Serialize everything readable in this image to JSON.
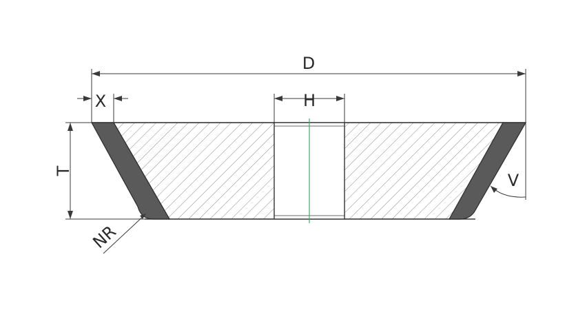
{
  "diagram": {
    "labels": {
      "outer_diameter": "D",
      "hole_diameter": "H",
      "rim_width": "X",
      "thickness": "T",
      "angle": "V",
      "nose_radius": "NR"
    },
    "colors": {
      "line": "#3a3a3a",
      "hatch": "#8a8a8a",
      "abrasive": "#5a5a5a",
      "centerline": "#3caa66",
      "background": "#ffffff"
    }
  }
}
